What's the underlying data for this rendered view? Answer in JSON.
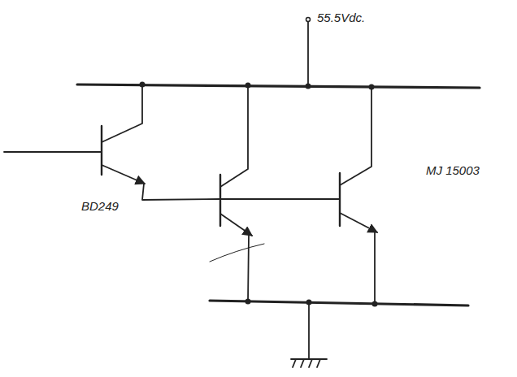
{
  "diagram": {
    "labels": [
      "55.5Vdc.",
      "BD249",
      "MJ 15003"
    ]
  }
}
